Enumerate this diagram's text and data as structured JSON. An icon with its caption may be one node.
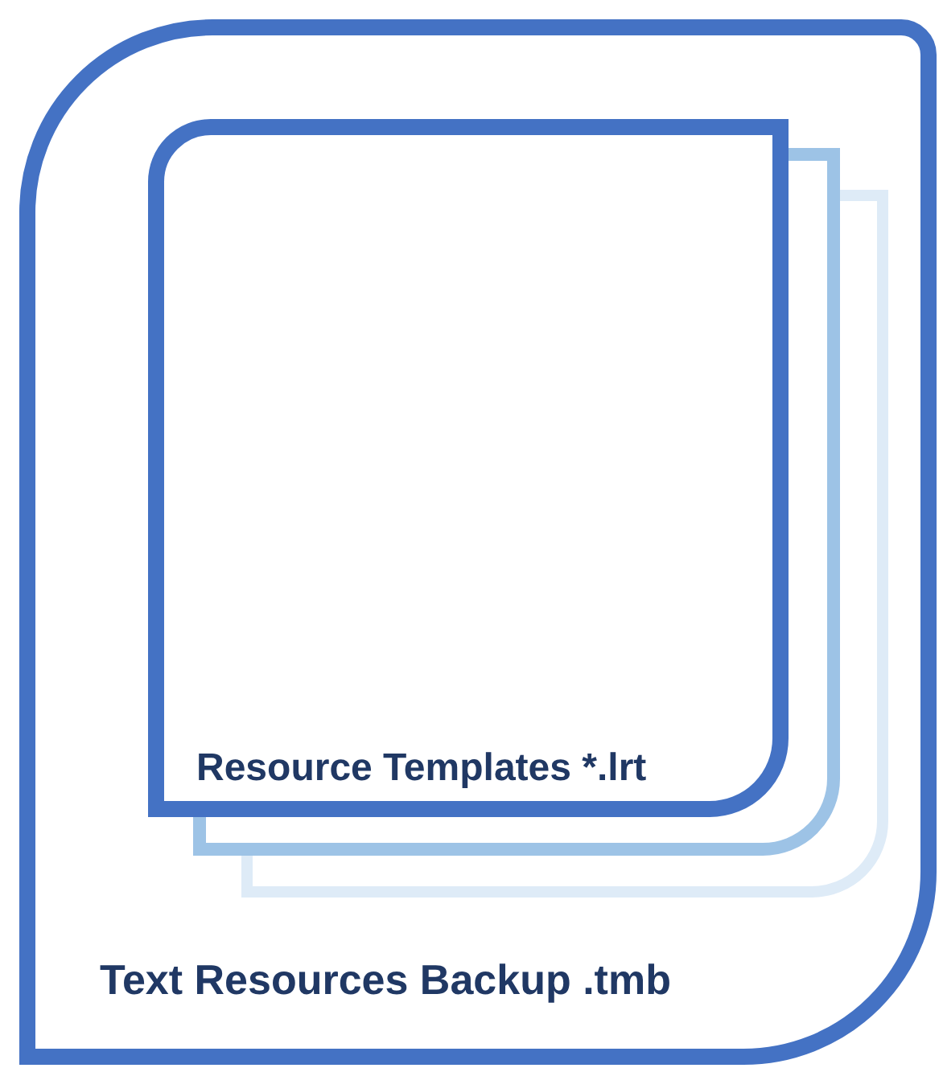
{
  "diagram": {
    "nodes": [
      {
        "text": [
          "Text Resources Backup .tmb"
        ]
      },
      {
        "text": [
          "Resource Templates *.lrt"
        ],
        "in": 0
      }
    ]
  }
}
